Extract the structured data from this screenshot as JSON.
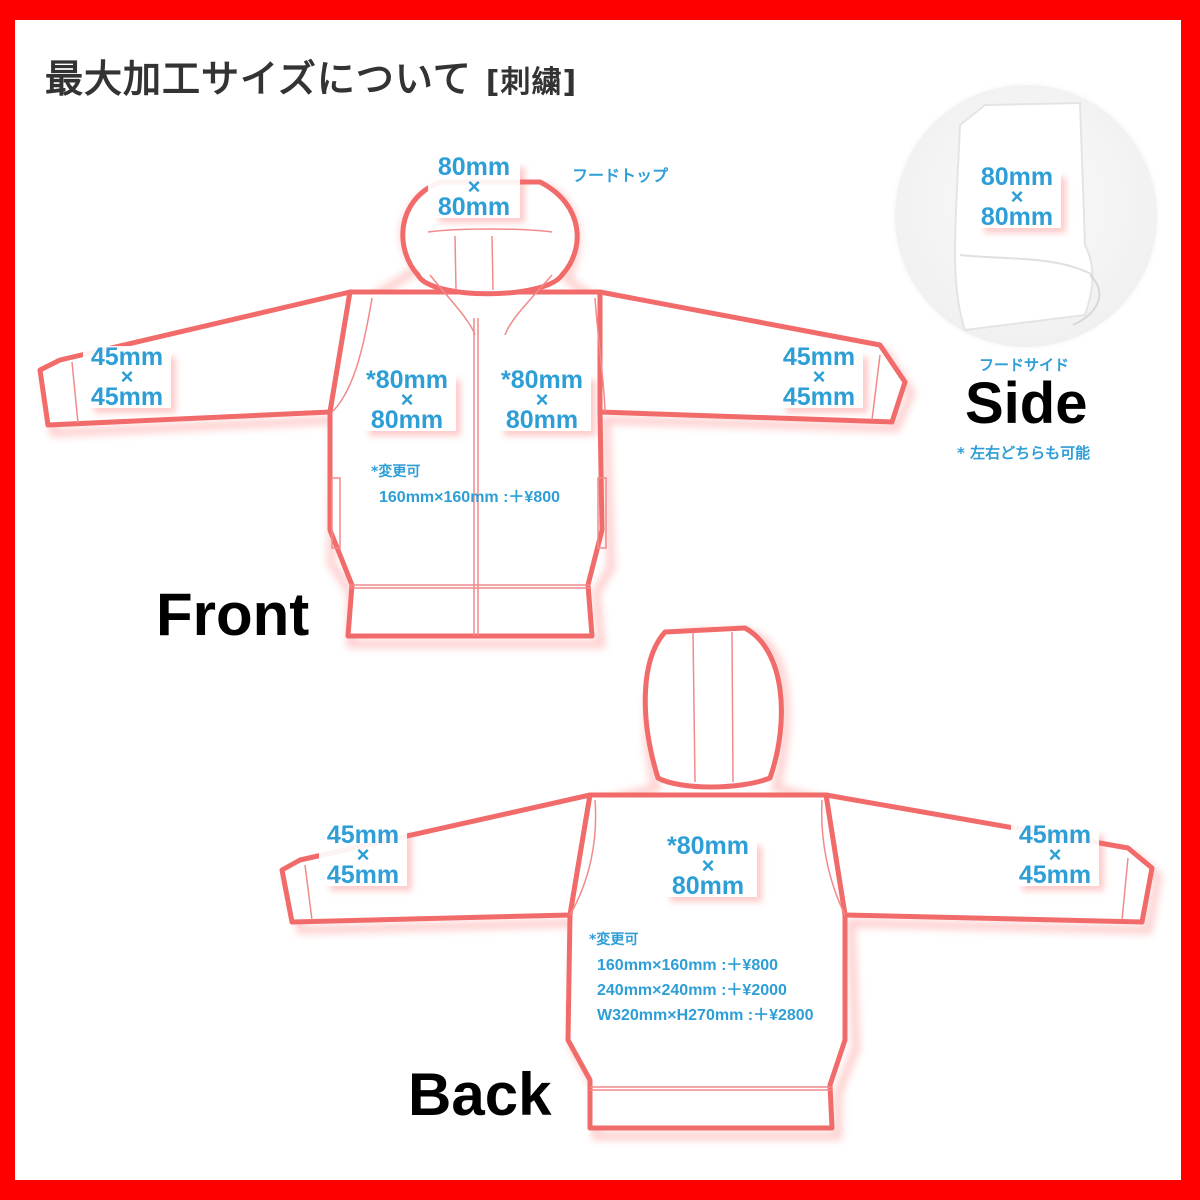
{
  "title": {
    "main": "最大加工サイズについて",
    "tag": "[刺繍]"
  },
  "colors": {
    "border": "#ff0000",
    "background": "#ffffff",
    "outline": "#f26b6b",
    "label_blue": "#2e9ed6",
    "title_text": "#333333"
  },
  "front": {
    "view_label": "Front",
    "hood_top": {
      "w": "80mm",
      "x": "×",
      "h": "80mm",
      "caption": "フードトップ"
    },
    "left_sleeve": {
      "w": "45mm",
      "x": "×",
      "h": "45mm"
    },
    "right_sleeve": {
      "w": "45mm",
      "x": "×",
      "h": "45mm"
    },
    "left_chest": {
      "w": "*80mm",
      "x": "×",
      "h": "80mm"
    },
    "right_chest": {
      "w": "*80mm",
      "x": "×",
      "h": "80mm"
    },
    "note": {
      "head": "*変更可",
      "rows": [
        "160mm×160mm :＋¥800"
      ]
    }
  },
  "side": {
    "view_label": "Side",
    "caption": "フードサイド",
    "size": {
      "w": "80mm",
      "x": "×",
      "h": "80mm"
    },
    "footnote": "* 左右どちらも可能"
  },
  "back": {
    "view_label": "Back",
    "left_sleeve": {
      "w": "45mm",
      "x": "×",
      "h": "45mm"
    },
    "right_sleeve": {
      "w": "45mm",
      "x": "×",
      "h": "45mm"
    },
    "center": {
      "w": "*80mm",
      "x": "×",
      "h": "80mm"
    },
    "note": {
      "head": "*変更可",
      "rows": [
        "160mm×160mm :＋¥800",
        "240mm×240mm :＋¥2000",
        "W320mm×H270mm :＋¥2800"
      ]
    }
  }
}
